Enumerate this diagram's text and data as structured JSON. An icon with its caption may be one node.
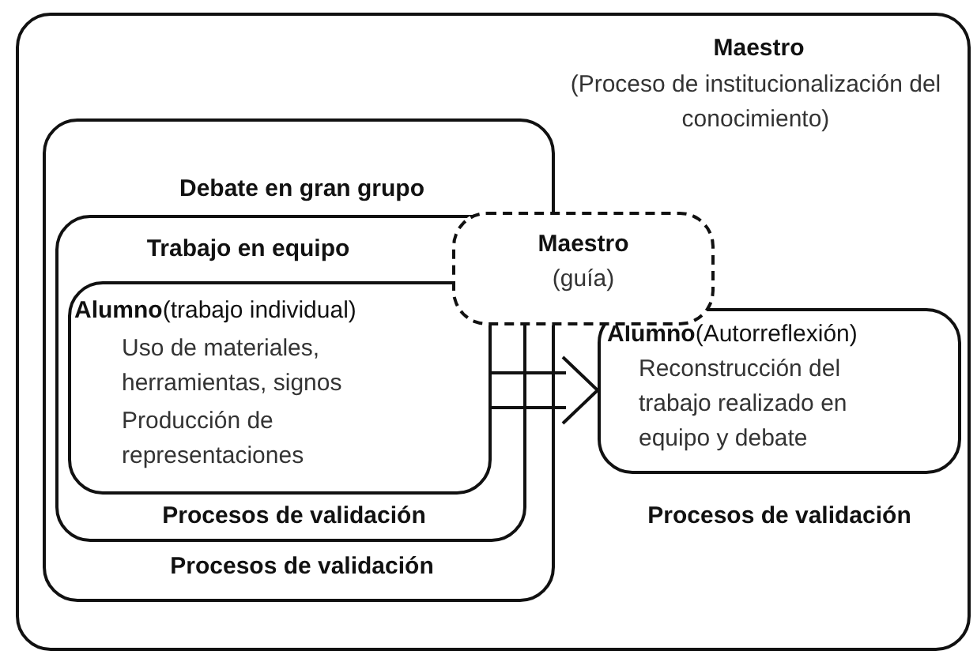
{
  "diagram": {
    "nodes": [
      {
        "text": [
          "Maestro",
          "(Proceso de institucionalización del conocimiento)"
        ]
      },
      {
        "text": [
          "Debate en gran grupo",
          "Procesos de validación"
        ],
        "in": 0
      },
      {
        "text": [
          "Trabajo en equipo",
          "Procesos de validación"
        ],
        "in": 1
      },
      {
        "text": [
          "**Alumno**(trabajo individual)",
          "Uso de materiales, herramientas, signos",
          "Producción de representaciones"
        ],
        "in": 2
      },
      {
        "text": [
          "Maestro",
          "(guía)"
        ],
        "in": 0
      },
      {
        "text": [
          "**Alumno**(Autorreflexión)",
          "Reconstrucción del trabajo realizado en equipo y debate"
        ],
        "beside": [
          "Procesos de validación"
        ],
        "in": 0
      }
    ],
    "edges": [
      {
        "from": 3,
        "to": 5,
        "arrow": "to"
      }
    ]
  }
}
